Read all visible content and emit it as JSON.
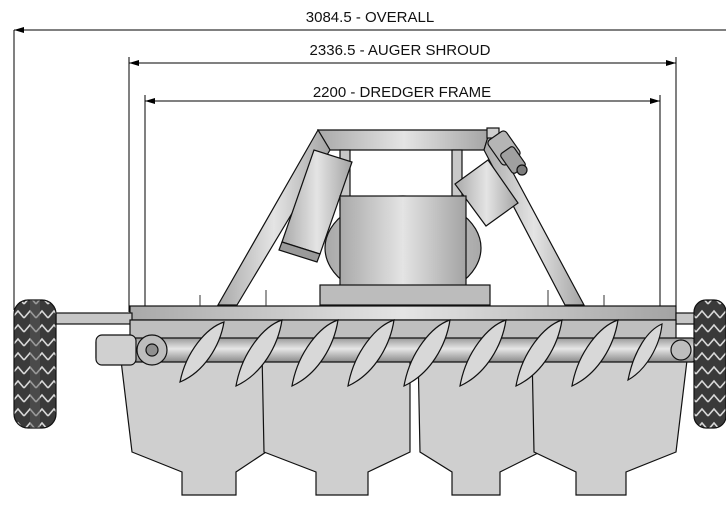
{
  "dimensions": {
    "overall": "3084.5 - OVERALL",
    "auger_shroud": "2336.5 - AUGER SHROUD",
    "dredger_frame": "2200 - DREDGER FRAME"
  },
  "colors": {
    "fill_light": "#d4d4d4",
    "fill_mid": "#bdbdbd",
    "fill_dark": "#8e8e8e",
    "outline": "#111111",
    "tyre": "#3a3a3a"
  }
}
